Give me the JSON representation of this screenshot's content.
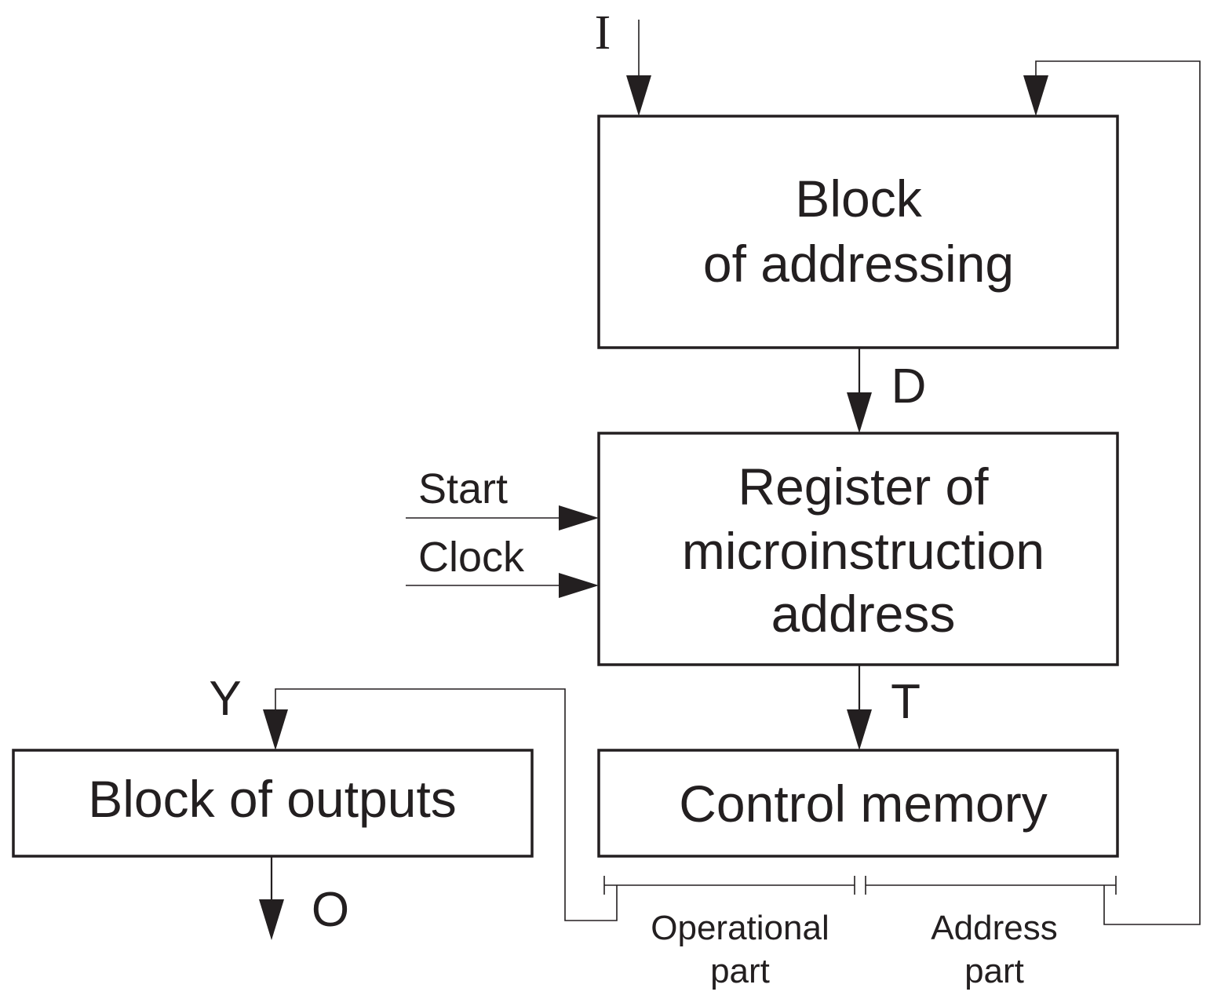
{
  "blocks": {
    "addressing": {
      "line1": "Block",
      "line2": "of addressing"
    },
    "register": {
      "line1": "Register of",
      "line2": "microinstruction",
      "line3": "address"
    },
    "control_memory": {
      "label": "Control memory"
    },
    "outputs": {
      "label": "Block of outputs"
    }
  },
  "signals": {
    "I": "I",
    "D": "D",
    "T": "T",
    "Y": "Y",
    "O": "O"
  },
  "inputs": {
    "start": "Start",
    "clock": "Clock"
  },
  "parts": {
    "operational": {
      "line1": "Operational",
      "line2": "part"
    },
    "address": {
      "line1": "Address",
      "line2": "part"
    }
  },
  "colors": {
    "ink": "#231f20",
    "background": "#ffffff"
  }
}
